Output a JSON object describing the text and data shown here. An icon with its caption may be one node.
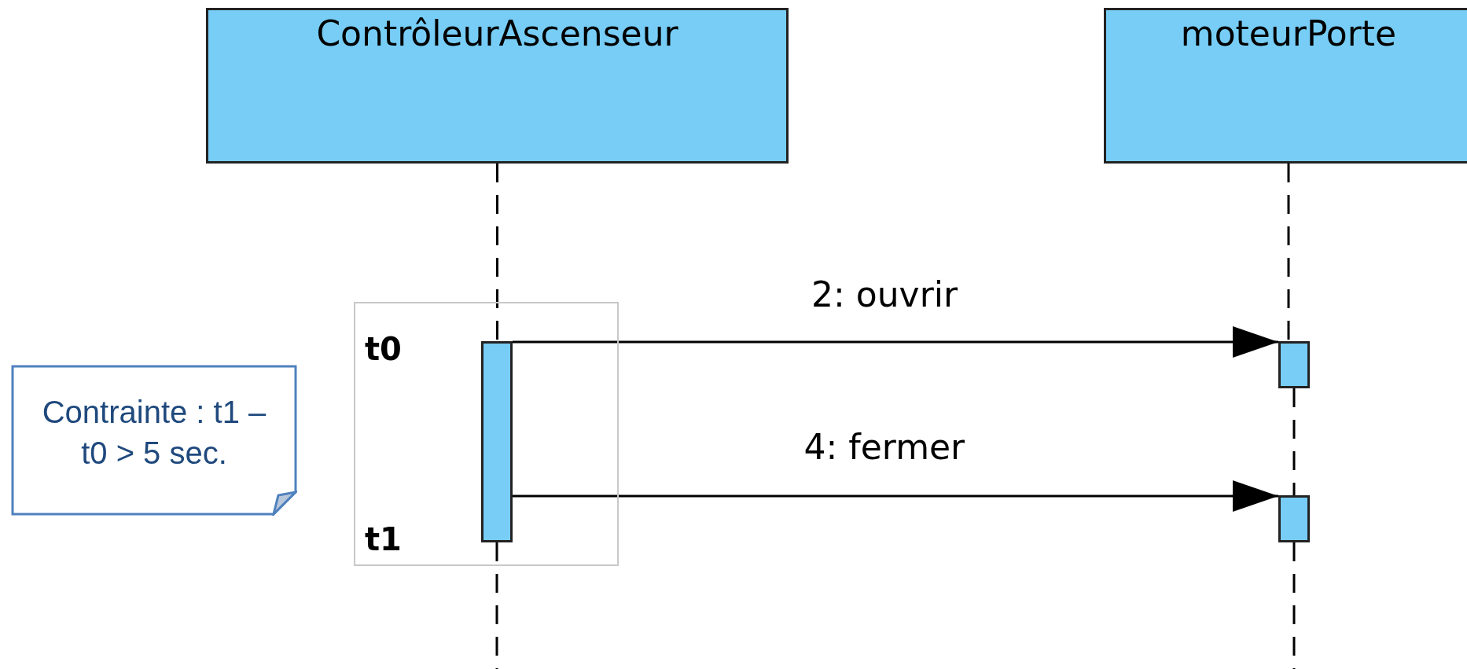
{
  "diagram": {
    "nodes": [
      {
        "text": [
          "ContrôleurAscenseur"
        ]
      },
      {
        "text": [
          "moteurPorte"
        ]
      },
      {
        "text": [
          "t0",
          "t1"
        ]
      },
      {
        "text": [],
        "shape": "bar",
        "in": 2
      },
      {
        "text": [],
        "shape": "bar"
      },
      {
        "text": [],
        "shape": "bar"
      },
      {
        "text": [
          "Contrainte : t1 – t0 > 5 sec."
        ]
      }
    ],
    "edges": [
      {
        "from": 0,
        "to": 3,
        "arrow": "none",
        "style": "dashed"
      },
      {
        "from": 1,
        "to": 4,
        "arrow": "none",
        "style": "dashed"
      },
      {
        "from": 3,
        "to": 4,
        "arrow": "to",
        "label": "2: ouvrir"
      },
      {
        "from": 4,
        "to": 5,
        "arrow": "none",
        "style": "dashed"
      },
      {
        "from": 3,
        "to": 5,
        "arrow": "to",
        "label": "4: fermer"
      },
      {
        "from": 3,
        "to": null,
        "arrow": "none",
        "style": "dashed"
      },
      {
        "from": 5,
        "to": null,
        "arrow": "none",
        "style": "dashed"
      }
    ]
  }
}
